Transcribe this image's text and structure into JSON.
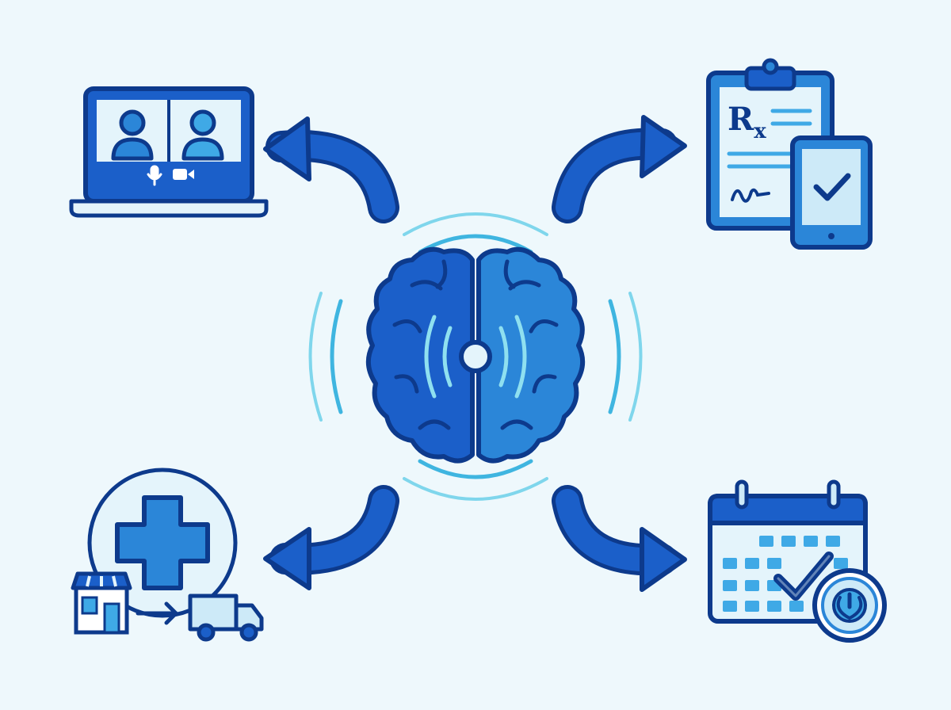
{
  "colors": {
    "background": "#eef8fc",
    "navy": "#0d3a8c",
    "royal": "#1b5fc9",
    "mid": "#2b86d8",
    "sky": "#3fa9e6",
    "light": "#cdeaf8",
    "pale": "#e4f4fb",
    "cyan": "#5fd0e6",
    "white": "#ffffff"
  },
  "center": {
    "icon": "brain-icon",
    "signal": "radiating-waves"
  },
  "nodes": [
    {
      "id": "telehealth",
      "icon": "video-call-laptop-icon"
    },
    {
      "id": "e-prescription",
      "icon": "prescription-clipboard-tablet-icon"
    },
    {
      "id": "pharmacy-delivery",
      "icon": "pharmacy-delivery-icon"
    },
    {
      "id": "scheduling",
      "icon": "calendar-check-clock-icon"
    }
  ],
  "arrows": [
    {
      "from": "center",
      "to": "telehealth",
      "icon": "curved-arrow-icon"
    },
    {
      "from": "center",
      "to": "e-prescription",
      "icon": "curved-arrow-icon"
    },
    {
      "from": "center",
      "to": "pharmacy-delivery",
      "icon": "curved-arrow-icon"
    },
    {
      "from": "center",
      "to": "scheduling",
      "icon": "curved-arrow-icon"
    }
  ],
  "prescription": {
    "symbol": "R",
    "symbol_sub": "x"
  }
}
